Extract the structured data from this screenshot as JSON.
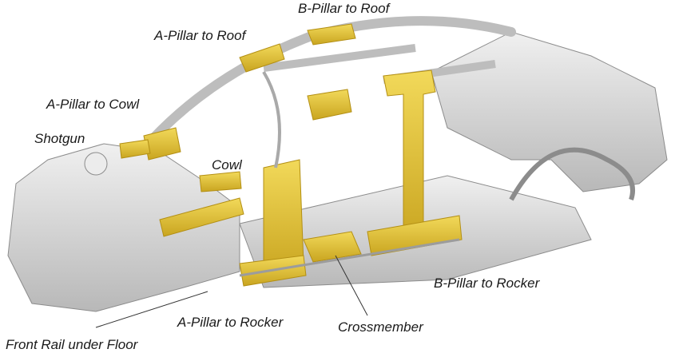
{
  "labels": {
    "b_pillar_to_roof": "B-Pillar to Roof",
    "a_pillar_to_roof": "A-Pillar to Roof",
    "a_pillar_to_cowl": "A-Pillar to Cowl",
    "shotgun": "Shotgun",
    "cowl": "Cowl",
    "b_pillar_to_rocker": "B-Pillar to Rocker",
    "a_pillar_to_rocker": "A-Pillar to Rocker",
    "crossmember": "Crossmember",
    "front_rail_under_floor": "Front Rail under Floor"
  },
  "colors": {
    "structure": "#d9d9d9",
    "structure_dark": "#a9a9a9",
    "highlight": "#e8c63a",
    "highlight_dark": "#c9a520",
    "text": "#1a1a1a"
  }
}
